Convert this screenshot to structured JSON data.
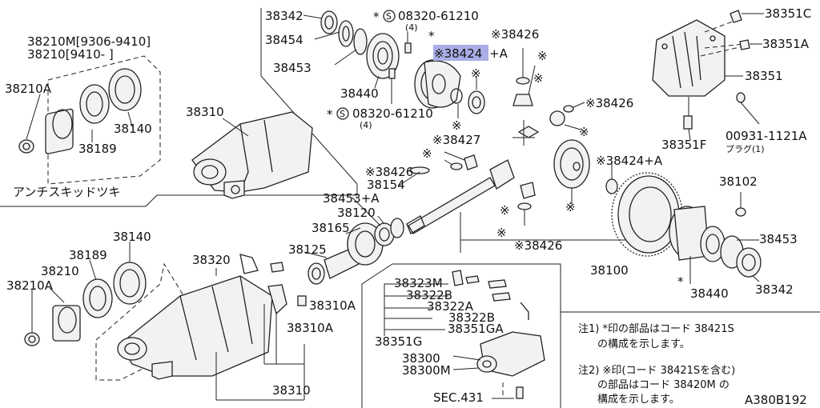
{
  "diagram_code": "A380B192",
  "highlight_color": "#a9aee6",
  "labels": {
    "p38342_top": "38342",
    "p38454": "38454",
    "p38453_top": "38453",
    "p38440_top": "38440",
    "bolt_top": "08320-61210",
    "bolt_top_qty": "(4)",
    "bolt_mid": "08320-61210",
    "bolt_mid_qty": "(4)",
    "star_top": "*",
    "s_marker_top": "S",
    "s_marker_mid": "S",
    "p38424_hl": "※38424",
    "p38424_hl_suffix": "+A",
    "p38426_a": "※38426",
    "p38426_b": "※38426",
    "p38426_c": "※38426",
    "p38426_d": "※38426",
    "p38427": "※38427",
    "p38424_a": "※38424+A",
    "p38351C": "38351C",
    "p38351A": "38351A",
    "p38351": "38351",
    "p00931": "00931-1121A",
    "plug": "プラグ(1)",
    "p38351F": "38351F",
    "p38102": "38102",
    "p38453_right": "38453",
    "p38440_right": "38440",
    "p38342_right": "38342",
    "p38100": "38100",
    "p38154": "38154",
    "p38453A": "38453+A",
    "p38120": "38120",
    "p38165": "38165",
    "p38125": "38125",
    "p38210M": "38210M[9306-9410]",
    "p38210": "38210[9410-     ]",
    "p38210A_top": "38210A",
    "p38140_top": "38140",
    "p38189_top": "38189",
    "p38310_top": "38310",
    "antiskid": "アンチスキッドツキ",
    "p38140_bot": "38140",
    "p38189_bot": "38189",
    "p38210_bot": "38210",
    "p38210A_bot": "38210A",
    "p38320": "38320",
    "p38310A_a": "38310A",
    "p38310A_b": "38310A",
    "p38310_bot": "38310",
    "p38323M": "38323M",
    "p38322B_a": "38322B",
    "p38322A": "38322A",
    "p38322B_b": "38322B",
    "p38351GA": "38351GA",
    "p38351G": "38351G",
    "p38300": "38300",
    "p38300M": "38300M",
    "sec431": "SEC.431",
    "note1_line1": "注1) *印の部品はコード 38421S",
    "note1_line2": "の構成を示します。",
    "note2_line1": "注2) ※印(コード 38421Sを含む)",
    "note2_line2": "の部品はコード 38420M の",
    "note2_line3": "構成を示します。"
  }
}
